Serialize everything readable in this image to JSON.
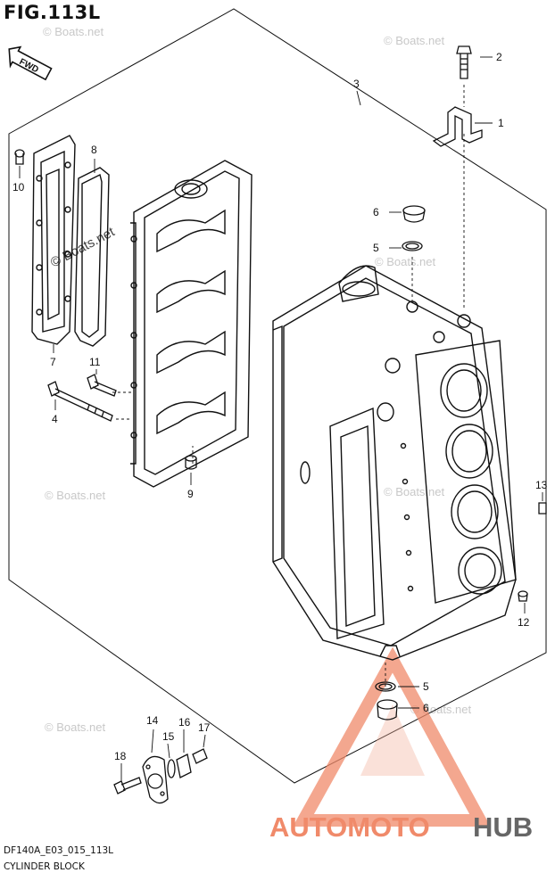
{
  "figure": {
    "title": "FIG.113L",
    "code": "DF140A_E03_015_113L",
    "name": "CYLINDER BLOCK"
  },
  "direction_badge": "FWD",
  "callouts": [
    "1",
    "2",
    "3",
    "4",
    "5",
    "6",
    "7",
    "8",
    "9",
    "10",
    "11",
    "12",
    "13",
    "14",
    "15",
    "16",
    "17",
    "18",
    "5",
    "6"
  ],
  "watermarks": [
    "© Boats.net",
    "© Boats.net",
    "© Boats.net",
    "© Boats.net",
    "© Boats.net",
    "© Boats.net",
    "© Boats.net",
    "© Boats.net"
  ],
  "brand": {
    "part1": "AUTOMOTO",
    "part2": "HUB",
    "color_primary": "#f08a6a",
    "color_secondary": "#666666"
  }
}
